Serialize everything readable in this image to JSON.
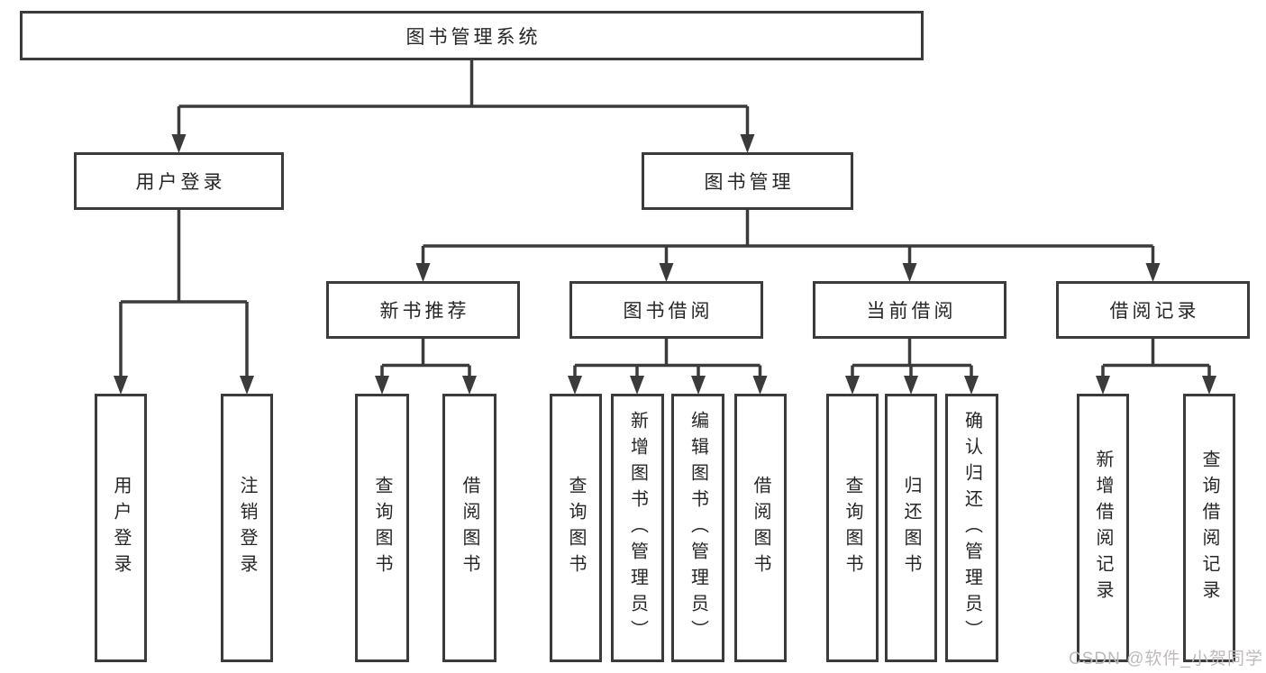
{
  "tree": {
    "root": "图书管理系统",
    "branches": [
      {
        "label": "用户登录",
        "children": [
          "用户登录",
          "注销登录"
        ]
      },
      {
        "label": "图书管理",
        "groups": [
          {
            "label": "新书推荐",
            "children": [
              "查询图书",
              "借阅图书"
            ]
          },
          {
            "label": "图书借阅",
            "children": [
              "查询图书",
              "新增图书（管理员）",
              "编辑图书（管理员）",
              "借阅图书"
            ]
          },
          {
            "label": "当前借阅",
            "children": [
              "查询图书",
              "归还图书",
              "确认归还（管理员）"
            ]
          },
          {
            "label": "借阅记录",
            "children": [
              "新增借阅记录",
              "查询借阅记录"
            ]
          }
        ]
      }
    ]
  },
  "watermark": "CSDN @软件_小贺同学",
  "colors": {
    "line": "#3b3b3b",
    "box_border": "#3b3b3b",
    "text": "#262626",
    "watermark": "#bfbaba",
    "background": "#ffffff"
  }
}
